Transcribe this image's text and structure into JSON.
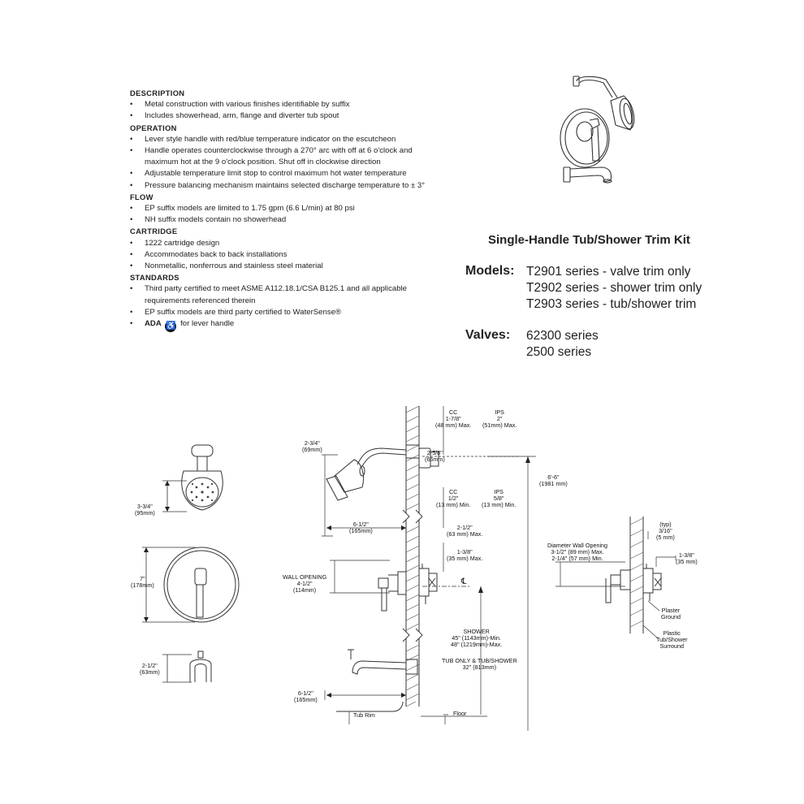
{
  "spec": {
    "description": {
      "heading": "DESCRIPTION",
      "items": [
        "Metal construction with various finishes identifiable by suffix",
        "Includes showerhead, arm, flange and diverter tub spout"
      ]
    },
    "operation": {
      "heading": "OPERATION",
      "items": [
        "Lever style handle with red/blue temperature indicator on the escutcheon",
        "Handle operates counterclockwise through a 270° arc with off at 6 o'clock and maximum hot at the 9 o'clock position. Shut off in clockwise direction",
        "Adjustable temperature limit stop to control maximum hot water temperature",
        "Pressure balancing mechanism maintains selected discharge temperature to ± 3°"
      ]
    },
    "flow": {
      "heading": "FLOW",
      "items": [
        "EP suffix models are limited to 1.75 gpm (6.6 L/min) at 80 psi",
        "NH suffix models contain no showerhead"
      ]
    },
    "cartridge": {
      "heading": "CARTRIDGE",
      "items": [
        "1222 cartridge design",
        "Accommodates back to back installations",
        "Nonmetallic, nonferrous and stainless steel material"
      ]
    },
    "standards": {
      "heading": "STANDARDS",
      "items": [
        "Third party certified to meet ASME A112.18.1/CSA B125.1 and all applicable requirements referenced therein",
        "EP suffix models are third party certified to WaterSense®"
      ],
      "ada_label": "ADA",
      "ada_symbol": "♿",
      "ada_text": "for lever handle"
    }
  },
  "kit": {
    "title": "Single-Handle Tub/Shower Trim Kit",
    "models_label": "Models:",
    "models": [
      "T2901 series - valve trim only",
      "T2902 series - shower trim only",
      "T2903 series - tub/shower trim"
    ],
    "valves_label": "Valves:",
    "valves": [
      "62300 series",
      "2500 series"
    ]
  },
  "dims": {
    "head_width": "3-3/4\"\n(95mm)",
    "escutcheon": "7\"\n(178mm)",
    "spout_width": "2-1/2\"\n(63mm)",
    "head_height": "2-3/4\"\n(69mm)",
    "arm_reach": "6-1/2\"\n(165mm)",
    "wall_opening": "WALL OPENING\n4-1/2\"\n(114mm)",
    "spout_reach": "6-1/2\"\n(165mm)",
    "tub_rim": "Tub Rim",
    "floor": "Floor",
    "cc_max": "CC\n1-7/8\"\n(48 mm) Max.",
    "ips_max": "IPS\n2\"\n(51mm) Max.",
    "arm_offset": "2-5/8\"\n(66mm)",
    "cc_min": "CC\n1/2\"\n(13 mm) Min.",
    "ips_min": "IPS\n5/8\"\n(13 mm) Min.",
    "valve_max_1": "2-1/2\"\n(63 mm) Max.",
    "valve_max_2": "1-3/8\"\n(35 mm) Max.",
    "center_mark": "℄",
    "shower_height": "SHOWER\n45\" (1143mm)-Min.\n48\" (1219mm)-Max.",
    "tub_height": "TUB ONLY & TUB/SHOWER\n32\" (813mm)",
    "total_height": "6'-6\"\n(1981 mm)",
    "typ": "(typ)\n3/16\"\n(5 mm)",
    "diameter_opening": "Diameter Wall Opening\n3-1/2\" (89 mm) Max.\n2-1/4\" (57 mm) Min.",
    "valve_depth": "1-3/8\"\n(35 mm)",
    "plaster": "Plaster\nGround",
    "surround": "Plastic\nTub/Shower\nSurround"
  }
}
